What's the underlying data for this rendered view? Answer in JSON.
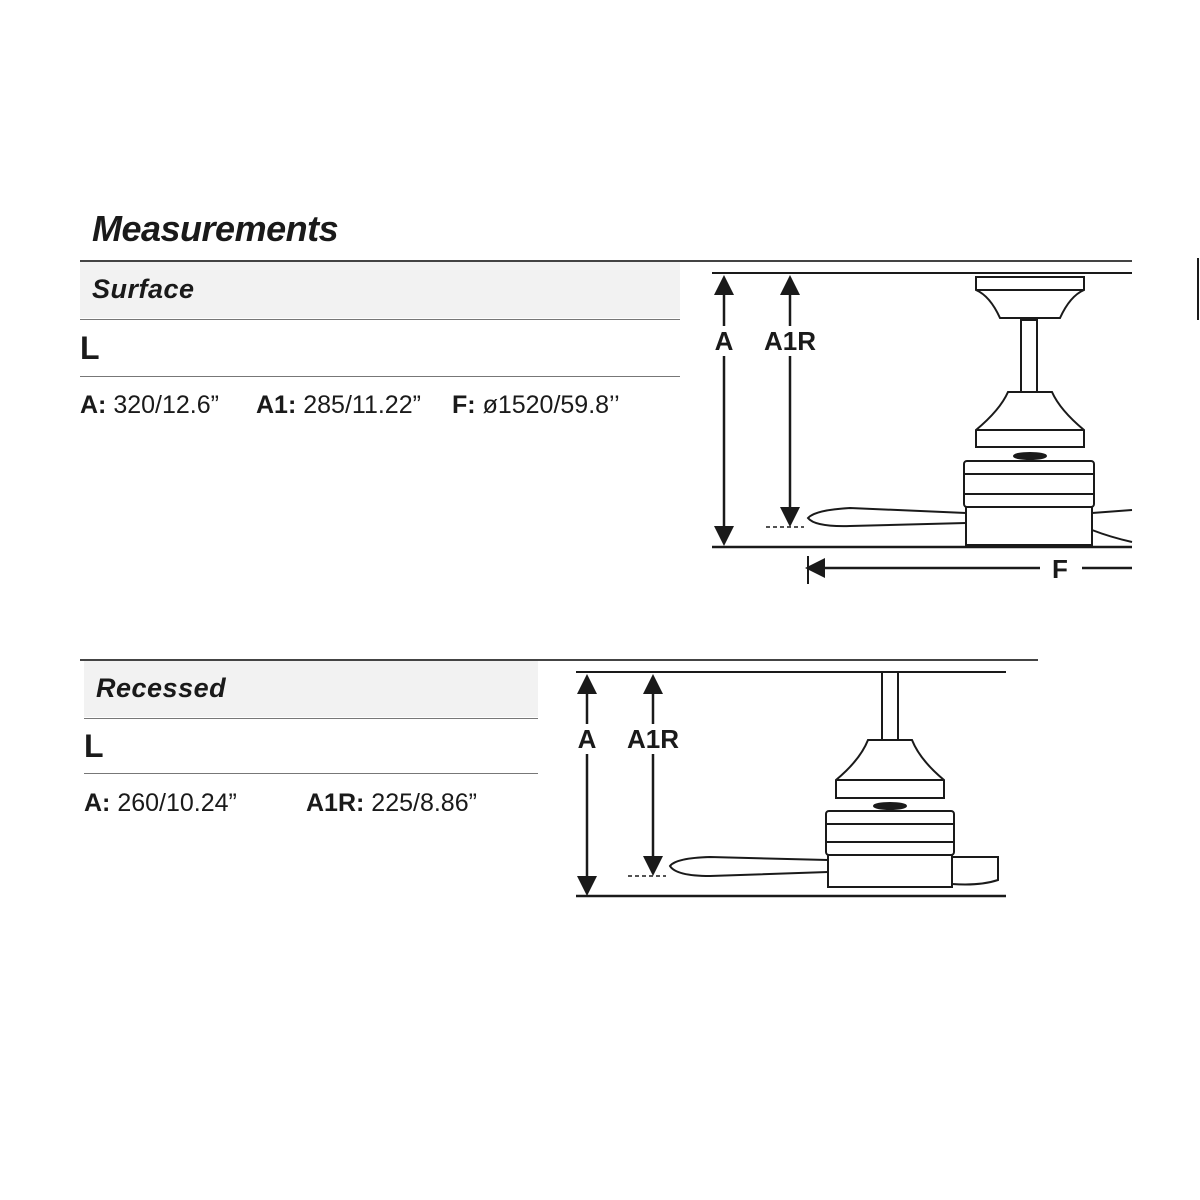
{
  "title": "Measurements",
  "sections": [
    {
      "name": "Surface",
      "size": "L",
      "measurements": [
        {
          "key": "A:",
          "value": "320/12.6”"
        },
        {
          "key": "A1:",
          "value": "285/11.22”"
        },
        {
          "key": "F:",
          "value": "ø1520/59.8’’"
        }
      ],
      "diagram_labels": {
        "a": "A",
        "a1r": "A1R",
        "f": "F"
      }
    },
    {
      "name": "Recessed",
      "size": "L",
      "measurements": [
        {
          "key": "A:",
          "value": "260/10.24”"
        },
        {
          "key": "A1R:",
          "value": "225/8.86”"
        }
      ],
      "diagram_labels": {
        "a": "A",
        "a1r": "A1R"
      }
    }
  ],
  "colors": {
    "line": "#1a1a1a",
    "band": "#f2f2f2",
    "rule": "#444444"
  }
}
